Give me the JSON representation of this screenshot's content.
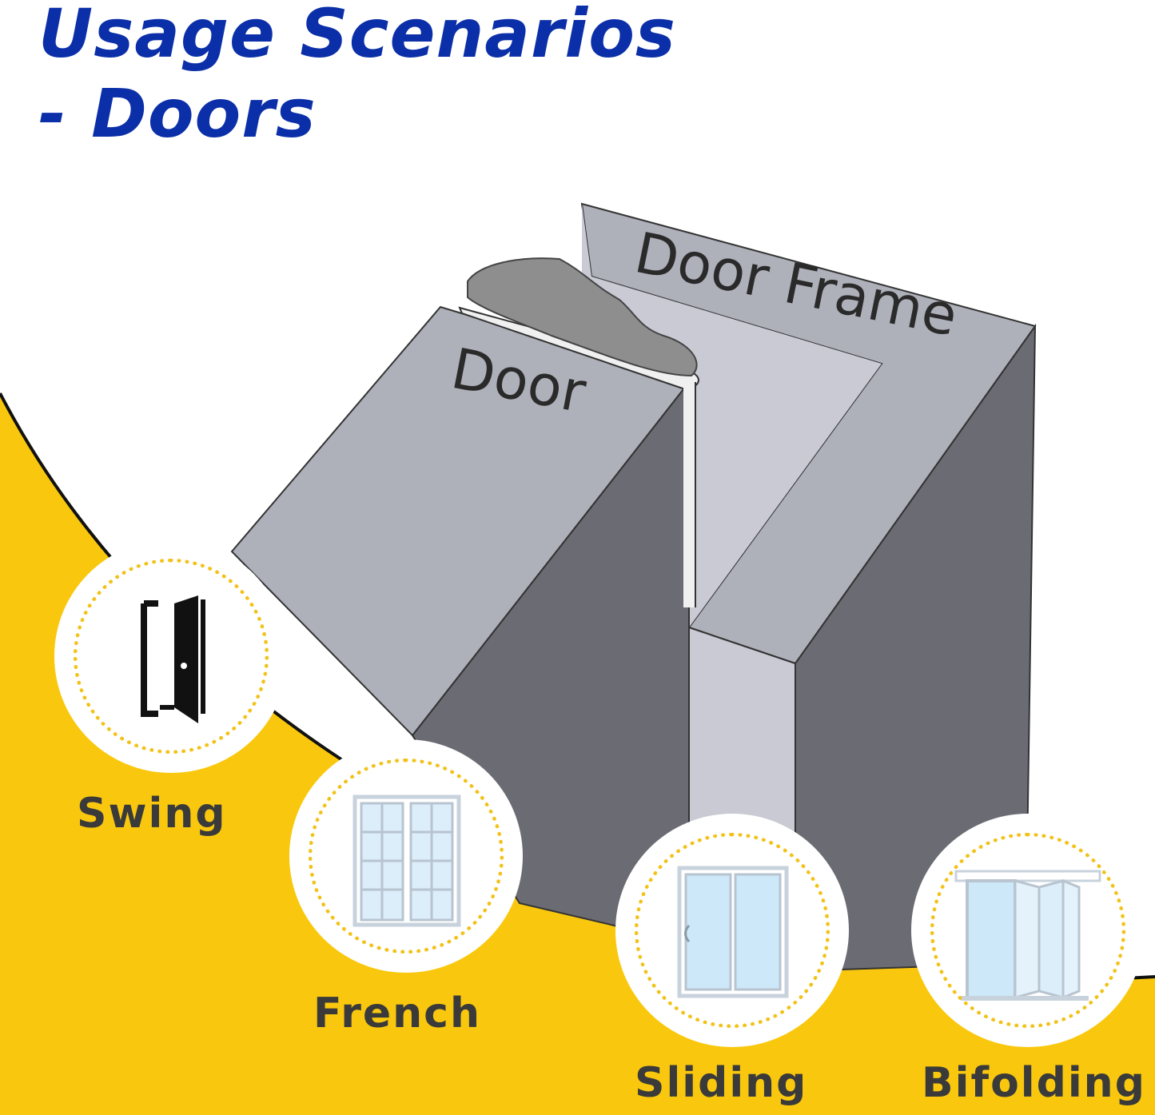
{
  "title": {
    "line1": "Usage Scenarios",
    "line2": "- Doors"
  },
  "diagram": {
    "door_label": "Door",
    "frame_label": "Door Frame"
  },
  "scenarios": [
    {
      "label": "Swing",
      "icon": "swing-door-icon"
    },
    {
      "label": "French",
      "icon": "french-door-icon"
    },
    {
      "label": "Sliding",
      "icon": "sliding-door-icon"
    },
    {
      "label": "Bifolding",
      "icon": "bifolding-door-icon"
    }
  ],
  "colors": {
    "title": "#0b2fa8",
    "accent": "#f9c80e",
    "panel_light": "#aeb0ba",
    "panel_dark": "#6b6c73",
    "seal": "#8e8e8e"
  }
}
